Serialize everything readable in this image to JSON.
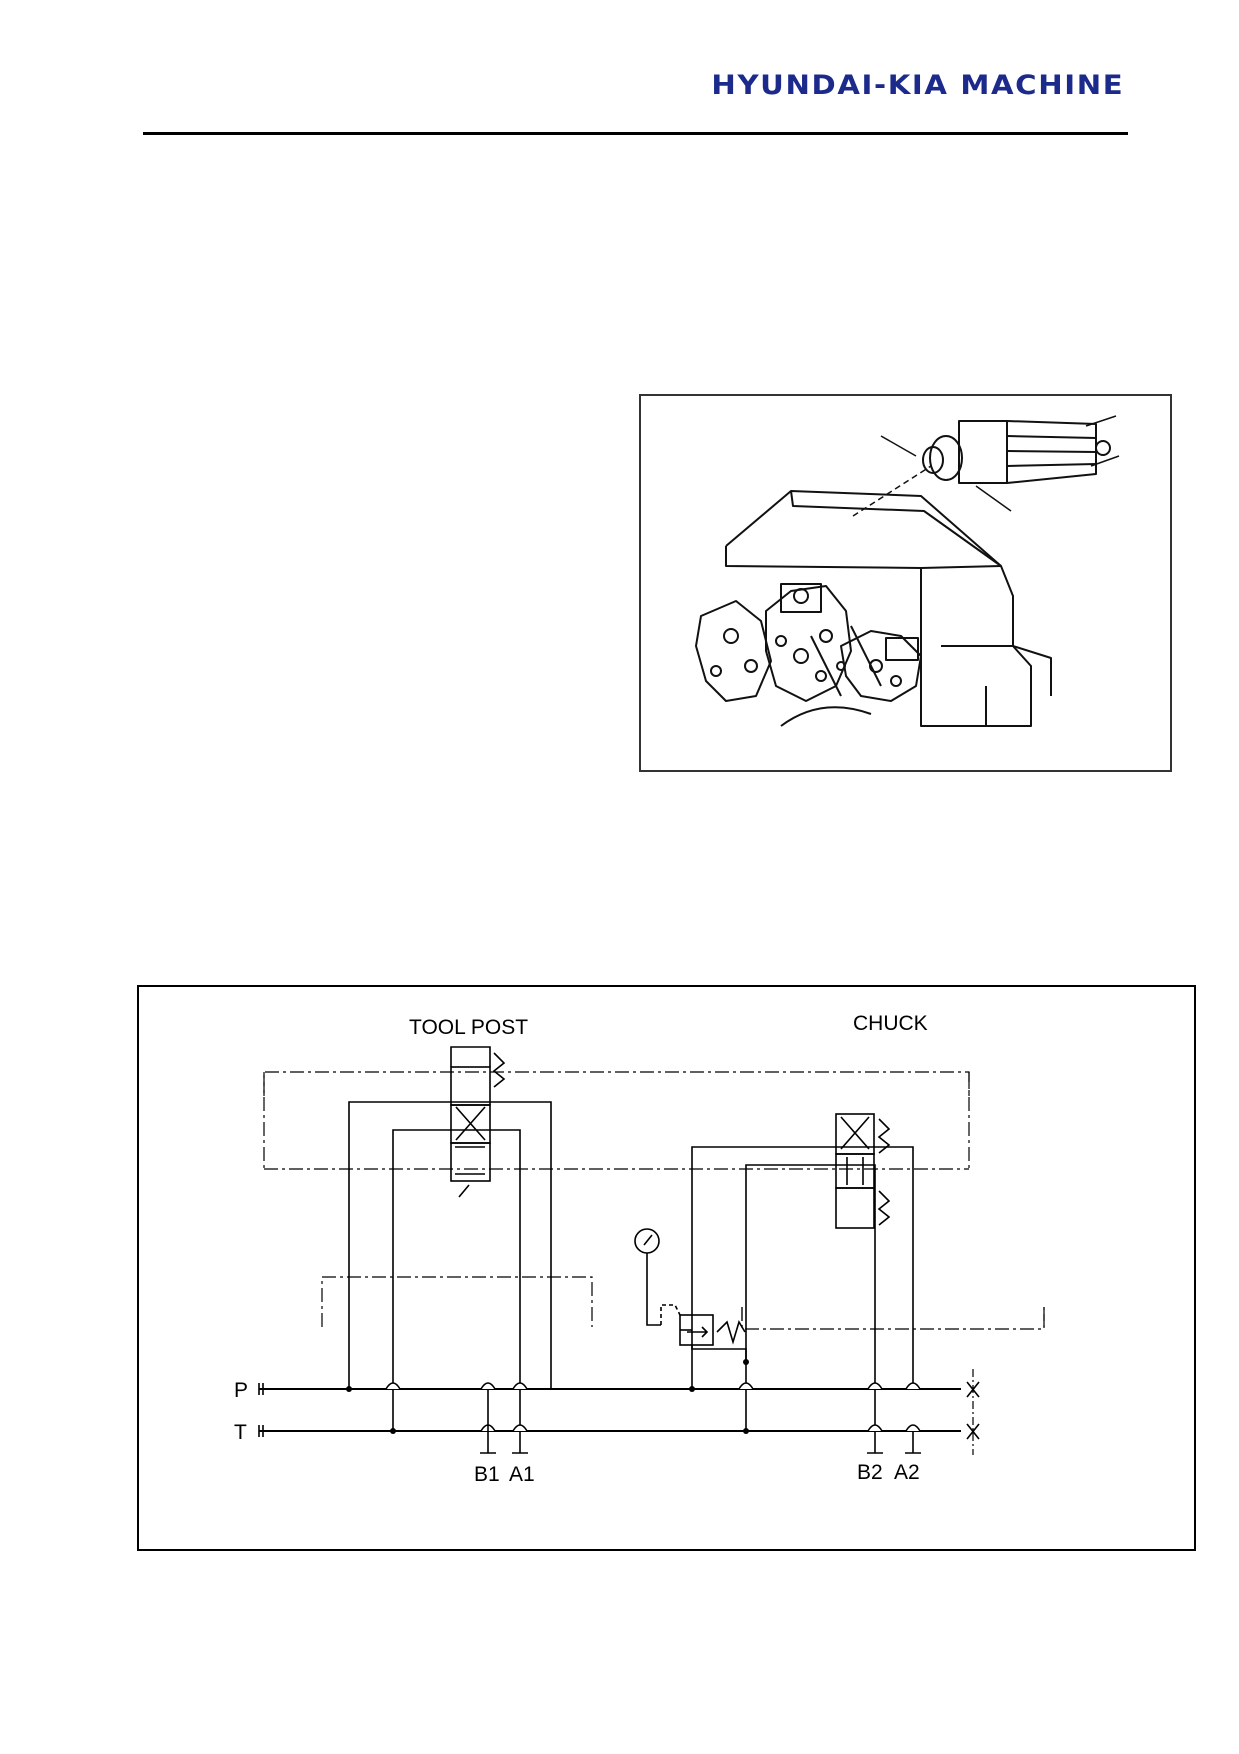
{
  "header": {
    "brand": "HYUNDAI-KIA MACHINE"
  },
  "schematic": {
    "group_left": "TOOL POST",
    "group_right": "CHUCK",
    "line_p": "P",
    "line_t": "T",
    "port_b1": "B1",
    "port_a1": "A1",
    "port_b2": "B2",
    "port_a2": "A2"
  },
  "colors": {
    "brand": "#1c2a8c",
    "line": "#000000"
  }
}
